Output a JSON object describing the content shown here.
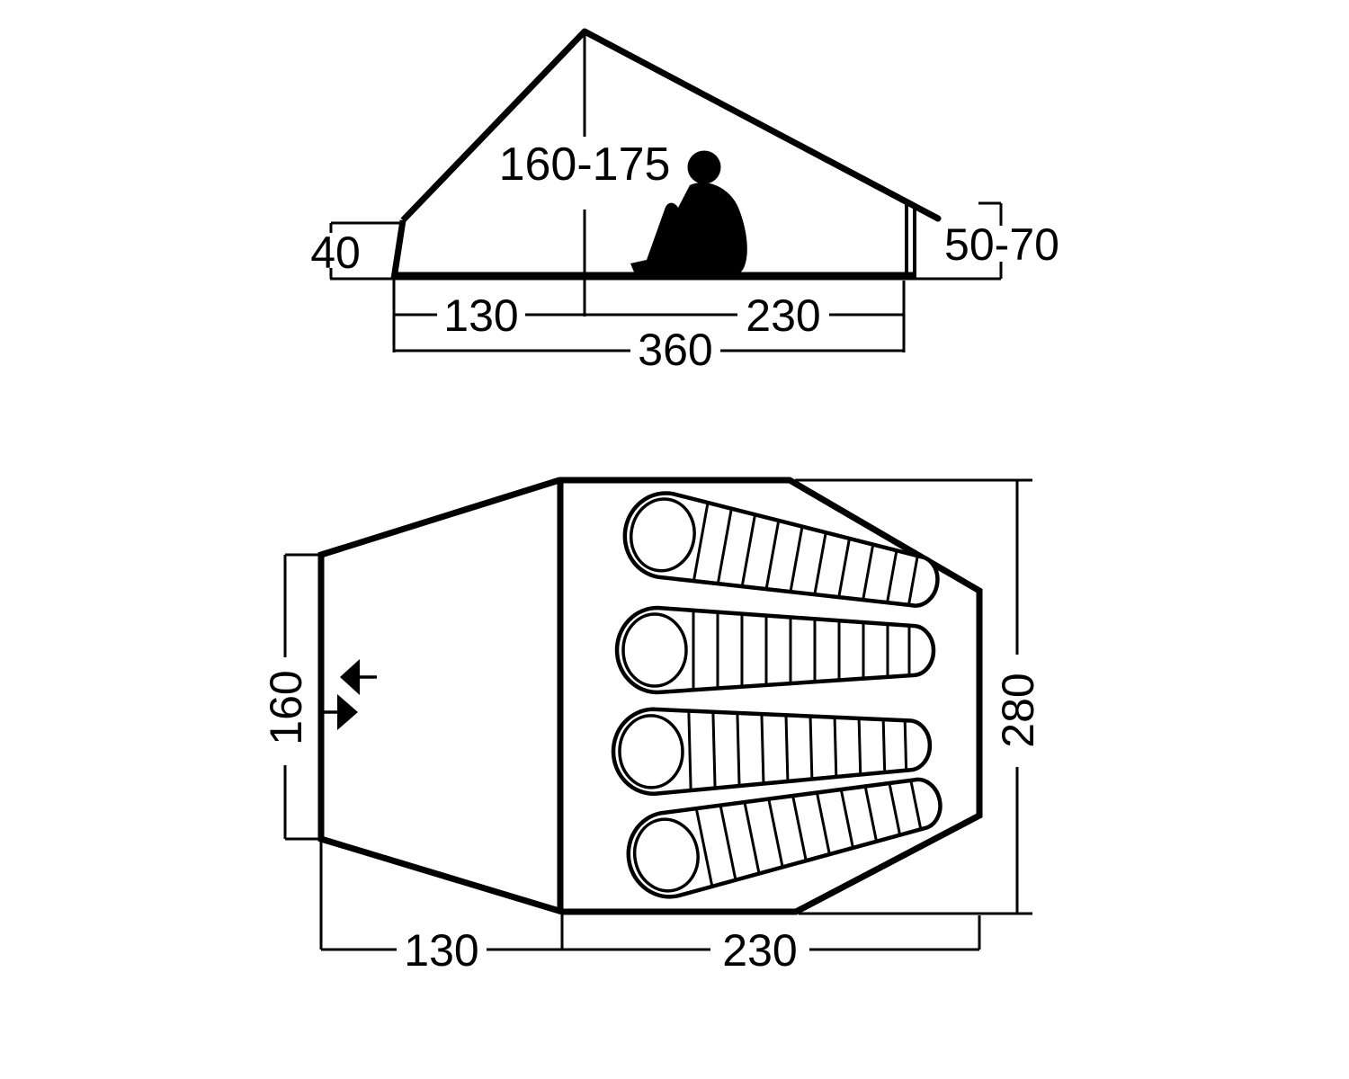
{
  "figure": {
    "type": "tent-dimension-diagram",
    "units": "cm"
  },
  "side_view": {
    "peak_height": "160-175",
    "rear_wall_height": "40",
    "front_wall_height": "50-70",
    "porch_length": "130",
    "sleeping_area_length": "230",
    "total_length": "360"
  },
  "floor_plan": {
    "rear_width": "160",
    "max_width": "280",
    "porch_length": "130",
    "sleeping_area_length": "230",
    "sleeping_bag_count": 4
  },
  "colors": {
    "line": "#000000",
    "background": "#ffffff"
  }
}
